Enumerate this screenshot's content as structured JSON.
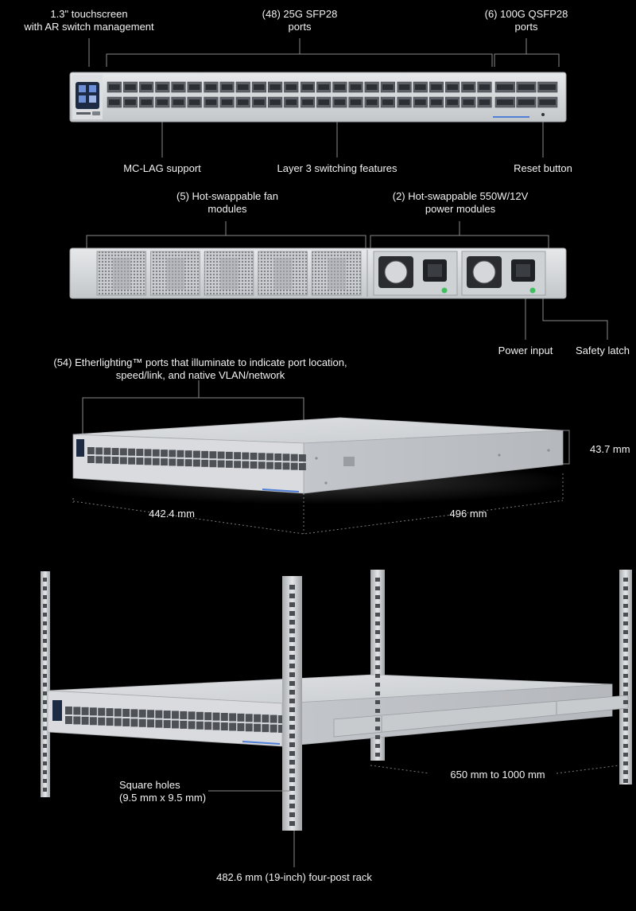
{
  "front_panel": {
    "touchscreen_label": [
      "1.3\" touchscreen",
      "with AR switch management"
    ],
    "sfp28_label": [
      "(48) 25G SFP28",
      "ports"
    ],
    "qsfp28_label": [
      "(6) 100G QSFP28",
      "ports"
    ],
    "mclag_label": "MC-LAG support",
    "layer3_label": "Layer 3 switching features",
    "reset_label": "Reset button",
    "sfp28_count": 48,
    "qsfp28_count": 6
  },
  "rear_panel": {
    "fan_label": [
      "(5) Hot-swappable fan",
      "modules"
    ],
    "power_label": [
      "(2) Hot-swappable 550W/12V",
      "power modules"
    ],
    "power_input_label": "Power input",
    "safety_latch_label": "Safety latch",
    "fan_count": 5,
    "psu_count": 2
  },
  "dimensions": {
    "etherlighting_label": [
      "(54) Etherlighting™ ports that illuminate to indicate port location,",
      "speed/link, and native VLAN/network"
    ],
    "height": "43.7 mm",
    "width": "442.4 mm",
    "depth": "496 mm"
  },
  "rack": {
    "holes_label": [
      "Square holes",
      "(9.5 mm x 9.5 mm)"
    ],
    "depth_range": "650 mm to 1000 mm",
    "rack_label": "482.6 mm (19-inch) four-post rack"
  },
  "colors": {
    "background": "#000000",
    "text": "#f2f2f2",
    "chassis": "#d4d6d9",
    "accent_led": "#4f7fd6"
  }
}
